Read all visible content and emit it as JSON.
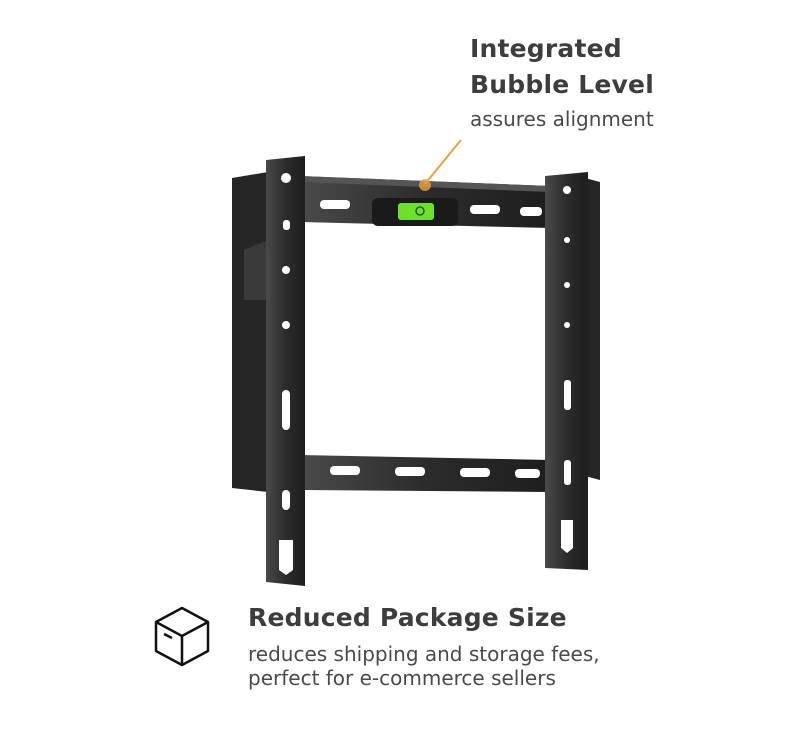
{
  "callout_top": {
    "title_line1": "Integrated",
    "title_line2": "Bubble Level",
    "subtitle": "assures alignment",
    "accent_color": "#e8a040"
  },
  "callout_bottom": {
    "icon": "package-box-icon",
    "title": "Reduced Package Size",
    "subtitle_line1": "reduces shipping and storage fees,",
    "subtitle_line2": "perfect for e-commerce sellers"
  },
  "product": {
    "level_color": "#6ee02a"
  }
}
